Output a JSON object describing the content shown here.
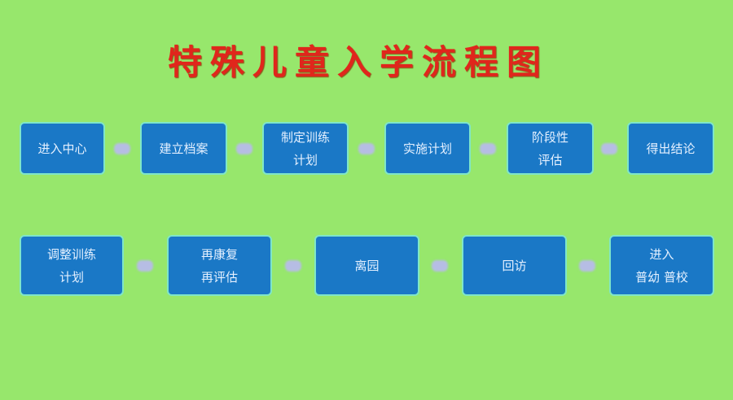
{
  "title": "特殊儿童入学流程图",
  "colors": {
    "background": "#97e76c",
    "box_fill": "#1a78c6",
    "box_border": "#7fe6c8",
    "box_text": "#e4f0ff",
    "title": "#e0261c",
    "arrow": "#b6bde4"
  },
  "row1": [
    {
      "lines": [
        "进入中心"
      ]
    },
    {
      "lines": [
        "建立档案"
      ]
    },
    {
      "lines": [
        "制定训练",
        "计划"
      ]
    },
    {
      "lines": [
        "实施计划"
      ]
    },
    {
      "lines": [
        "阶段性",
        "评估"
      ]
    },
    {
      "lines": [
        "得出结论"
      ]
    }
  ],
  "row2": [
    {
      "lines": [
        "调整训练",
        "计划"
      ]
    },
    {
      "lines": [
        "再康复",
        "再评估"
      ]
    },
    {
      "lines": [
        "离园"
      ]
    },
    {
      "lines": [
        "回访"
      ]
    },
    {
      "lines": [
        "进入",
        "普幼 普校"
      ]
    }
  ]
}
